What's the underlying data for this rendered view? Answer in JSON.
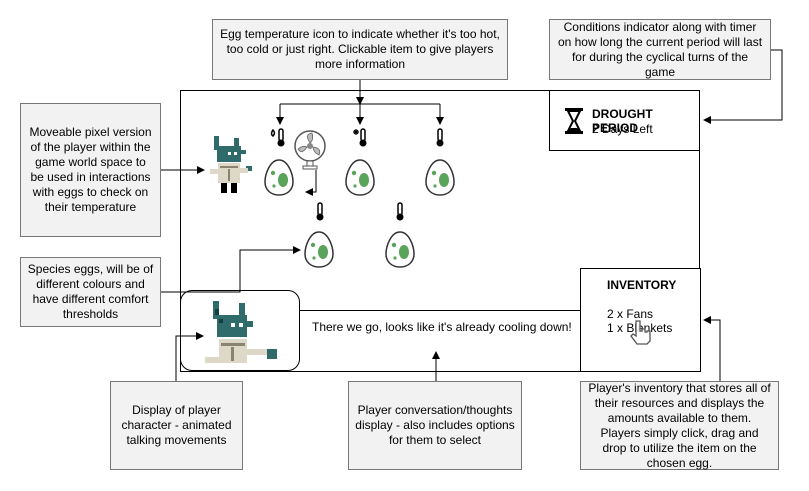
{
  "notes": {
    "temperature": "Egg temperature icon to indicate whether it's too hot, too cold or just right. Clickable item to give players more information",
    "conditions": "Conditions indicator along with timer on how long the current period will last for during the cyclical turns of the game",
    "player": "Moveable pixel version of the player within the game world space to be used in interactions with eggs to check on their temperature",
    "eggs": "Species eggs, will be of different colours and have different comfort thresholds",
    "portrait": "Display of player character - animated talking movements",
    "dialogue": "Player conversation/thoughts display - also includes options for them to select",
    "inventory": "Player's inventory that stores all of their resources and displays the amounts available to them. Players simply click, drag and drop to utilize the item on the chosen egg."
  },
  "conditions": {
    "title": "DROUGHT PERIOD",
    "timer": "2 Days Left"
  },
  "dialogue": {
    "text": "There we go, looks like it's already cooling down!"
  },
  "inventory": {
    "title": "INVENTORY",
    "items": [
      "2 x Fans",
      "1 x Blankets"
    ]
  },
  "icons": {
    "hourglass": "hourglass-icon",
    "thermometer": "thermometer-icon",
    "fan": "fan-icon",
    "cursor": "hand-cursor-icon"
  },
  "colors": {
    "egg_fill": "#ffffff",
    "egg_spots": "#5aa35a",
    "character_teal": "#2f6b6b",
    "character_coat": "#ddd8c8"
  }
}
